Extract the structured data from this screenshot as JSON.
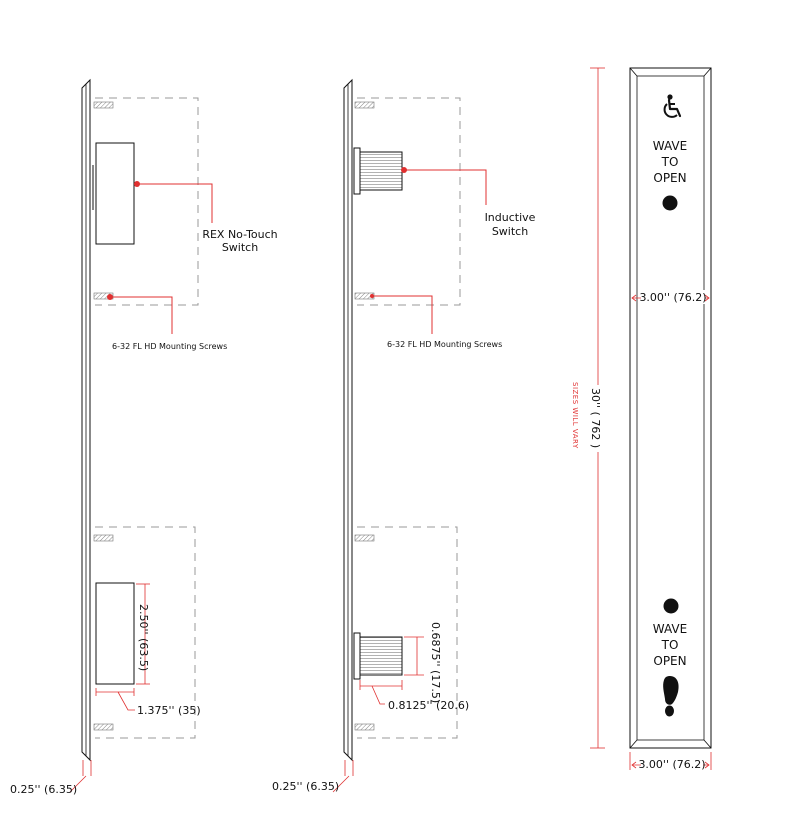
{
  "left_view": {
    "switch_label_line1": "REX No-Touch",
    "switch_label_line2": "Switch",
    "screws_label": "6-32 FL HD Mounting Screws",
    "height_dim": "2.50'' (63.5)",
    "width_dim": "1.375'' (35)",
    "thickness_dim": "0.25'' (6.35)"
  },
  "middle_view": {
    "switch_label_line1": "Inductive",
    "switch_label_line2": "Switch",
    "screws_label": "6-32 FL HD Mounting Screws",
    "height_dim": "0.6875'' (17.5)",
    "width_dim": "0.8125'' (20.6)",
    "thickness_dim": "0.25'' (6.35)"
  },
  "plate_view": {
    "top_text": [
      "WAVE",
      "TO",
      "OPEN"
    ],
    "bottom_text": [
      "WAVE",
      "TO",
      "OPEN"
    ],
    "width_dim_inner": "3.00'' (76.2)",
    "width_dim_bottom": "3.00'' (76.2)",
    "height_dim": "30'' ( 762 )",
    "sizes_note": "SIZES WILL VARY",
    "icons": [
      "wheelchair-icon",
      "sensor-dot-icon",
      "sensor-dot-icon",
      "footprint-icon"
    ]
  },
  "colors": {
    "leader": "#e03030",
    "line": "#111111",
    "dashed": "#9a9a9a",
    "hatch": "#8a8a8a"
  }
}
